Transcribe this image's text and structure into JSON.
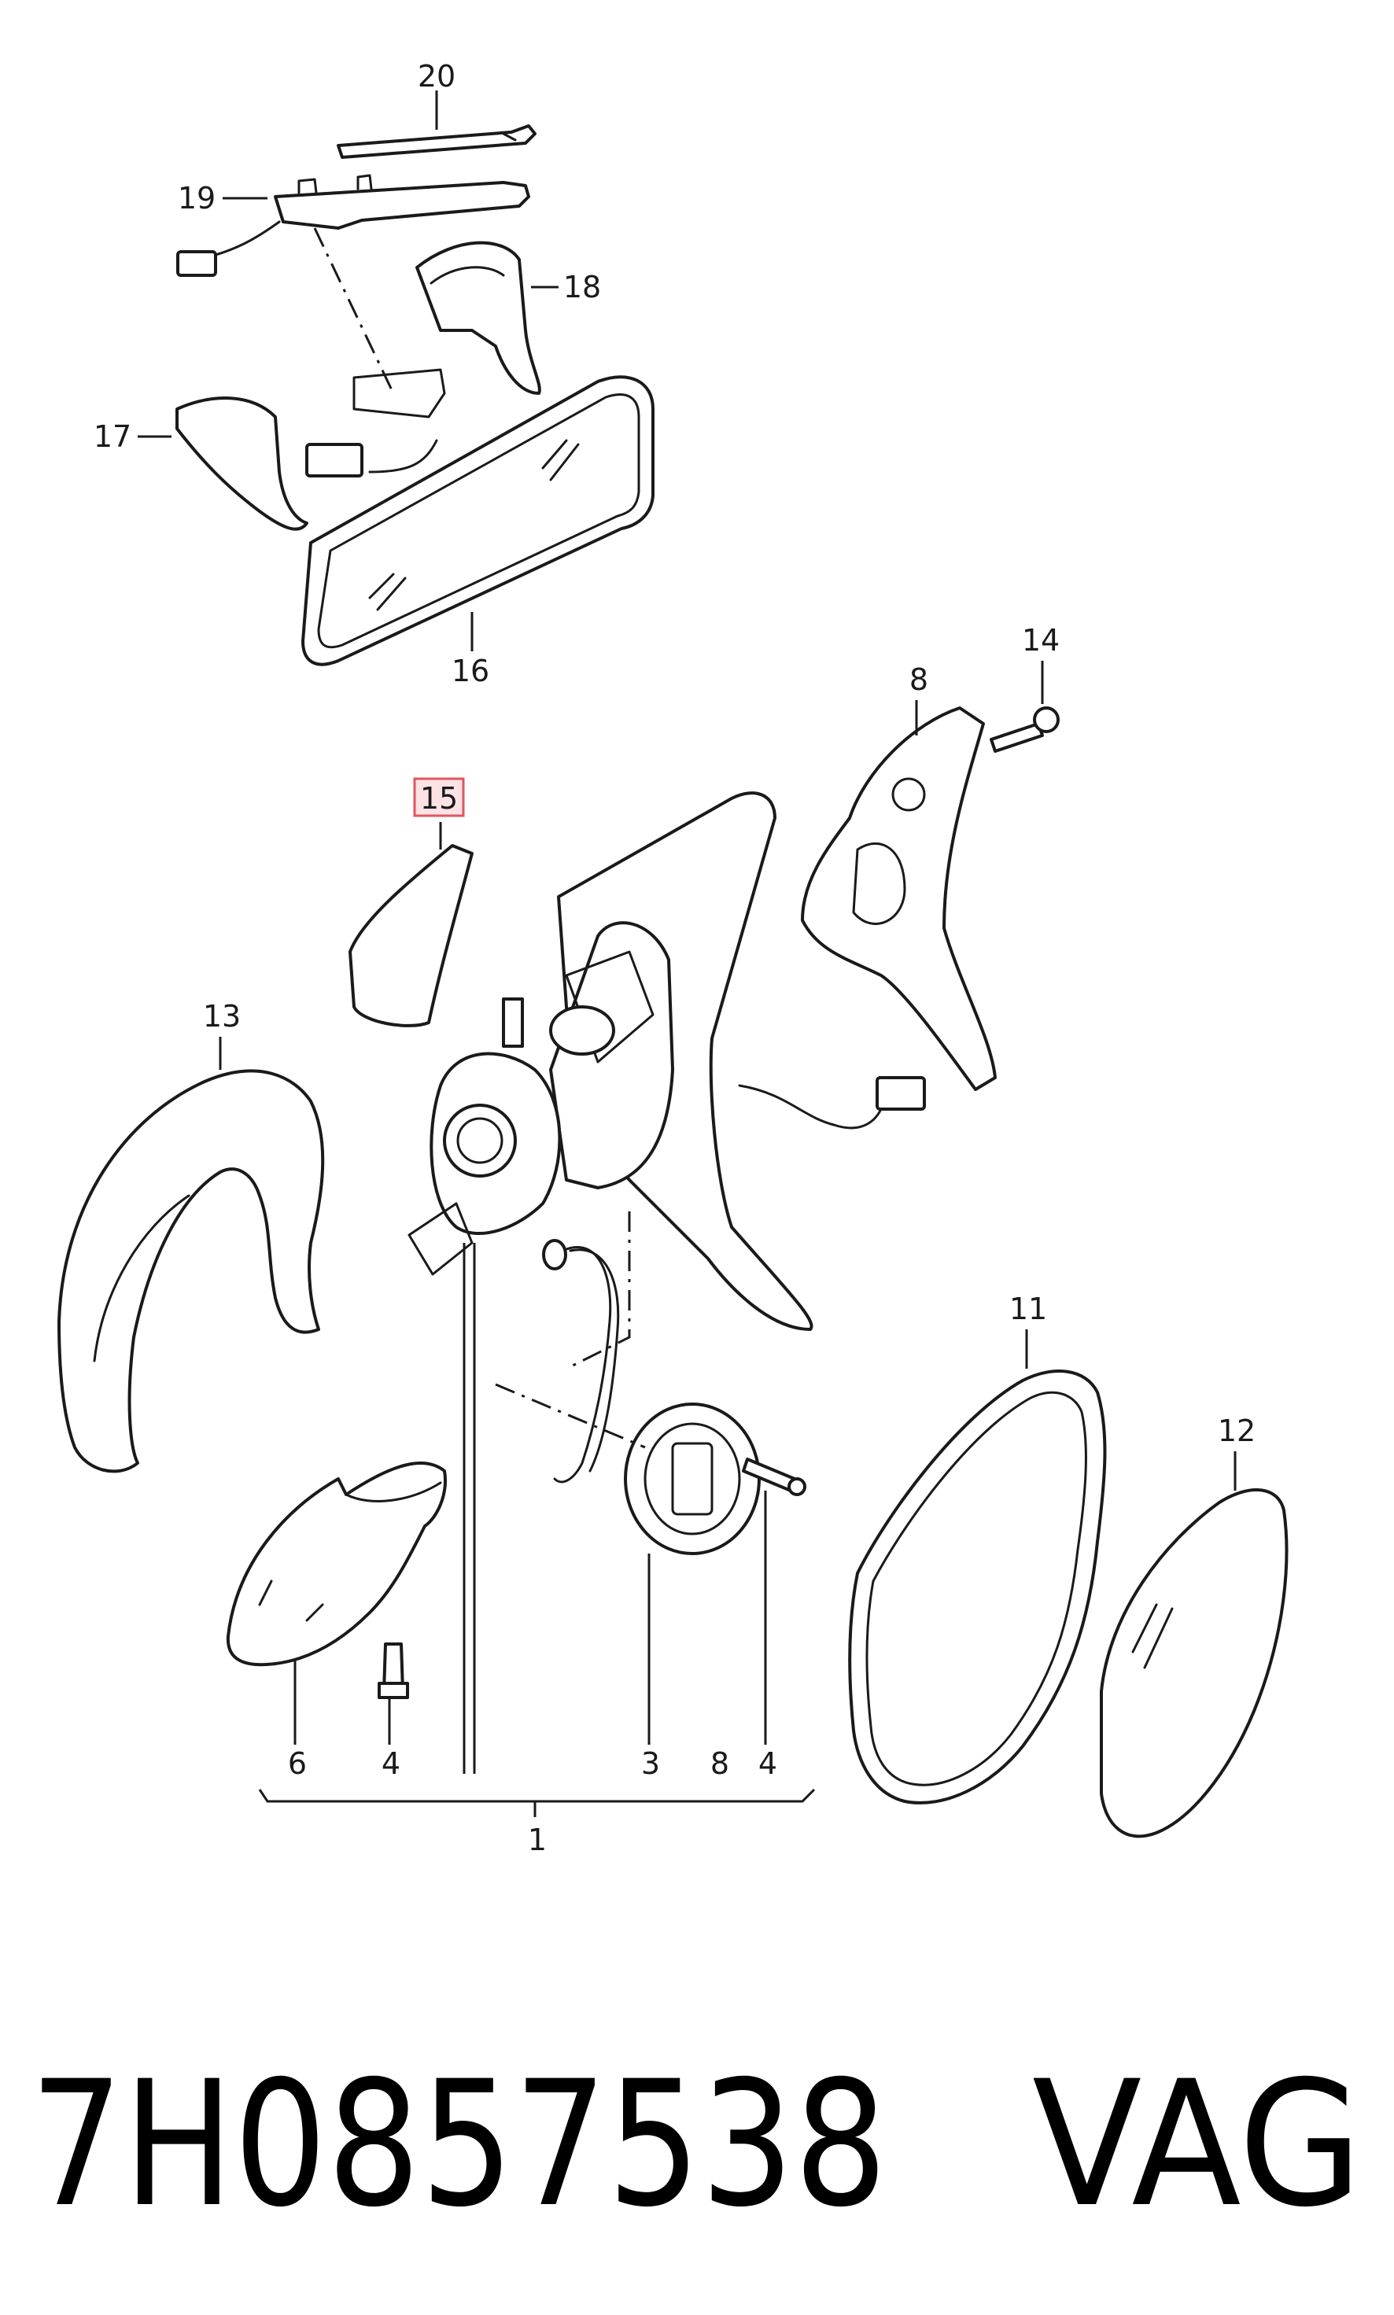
{
  "diagram": {
    "part_number": "7H0857538",
    "brand": "VAG",
    "highlight_color": "#e0565e",
    "callouts": {
      "c20": "20",
      "c19": "19",
      "c18": "18",
      "c17": "17",
      "c16": "16",
      "c14": "14",
      "c8_top": "8",
      "c15": "15",
      "c13": "13",
      "c11": "11",
      "c12": "12",
      "c6": "6",
      "c4_left": "4",
      "c3": "3",
      "c8_bottom": "8",
      "c4_right": "4",
      "c1": "1"
    }
  }
}
